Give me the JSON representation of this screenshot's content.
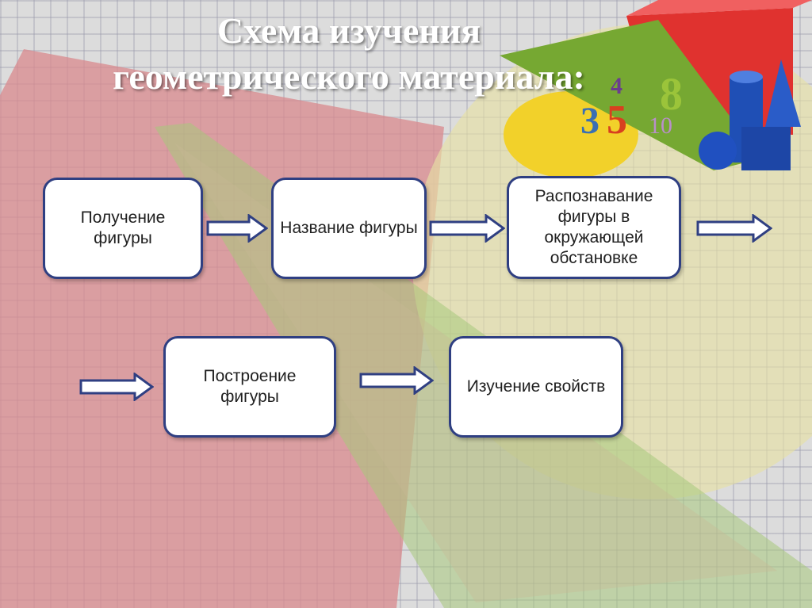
{
  "title": {
    "line1": "Схема изучения",
    "line2": "геометрического материала:"
  },
  "decoration": {
    "digits": [
      "3",
      "5",
      "8",
      "4",
      "10"
    ]
  },
  "flow": {
    "steps": [
      {
        "label": "Получение фигуры"
      },
      {
        "label": "Название фигуры"
      },
      {
        "label": "Распознавание фигуры в окружающей обстановке"
      },
      {
        "label": "Построение фигуры"
      },
      {
        "label": "Изучение свойств"
      }
    ]
  },
  "colors": {
    "box_border": "#2f3f82",
    "arrow_border": "#2f3f82",
    "title": "#ffffff"
  }
}
